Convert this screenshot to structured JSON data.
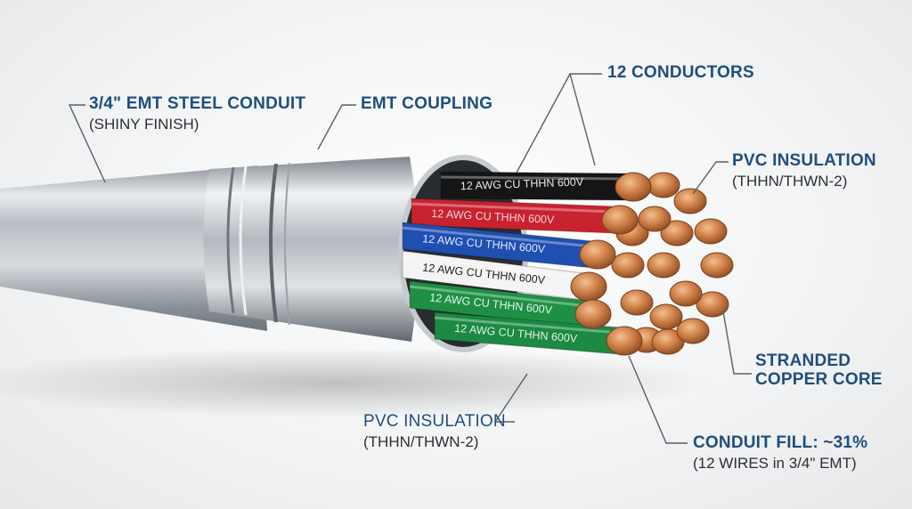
{
  "labels": {
    "conduit": {
      "title": "3/4\" EMT STEEL CONDUIT",
      "sub": "(SHINY FINISH)"
    },
    "coupling": {
      "title": "EMT COUPLING"
    },
    "conductors": {
      "title": "12 CONDUCTORS"
    },
    "insulation_top": {
      "title": "PVC INSULATION",
      "sub": "(THHN/THWN-2)"
    },
    "stranded": {
      "title": "STRANDED",
      "title2": "COPPER CORE"
    },
    "insulation_bottom": {
      "title": "PVC INSULATION",
      "sub": "(THHN/THWN-2)"
    },
    "fill": {
      "title": "CONDUIT FILL: ~31%",
      "sub": "(12 WIRES in 3/4\" EMT)"
    }
  },
  "wires": [
    {
      "text": "12 AWG CU THHN 600V",
      "color": "#151515",
      "text_color": "#e8e8e8"
    },
    {
      "text": "12 AWG CU THHN 600V",
      "color": "#c8222f",
      "text_color": "#f4d6d8"
    },
    {
      "text": "12 AWG CU THHN 600V",
      "color": "#1f4fb0",
      "text_color": "#e3ebff"
    },
    {
      "text": "12 AWG CU THHN 600V",
      "color": "#f4f4f4",
      "text_color": "#222222"
    },
    {
      "text": "12 AWG CU THHN 600V",
      "color": "#1f8f45",
      "text_color": "#e3f5e9"
    },
    {
      "text": "12 AWG CU THHN 600V",
      "color": "#1c8a42",
      "text_color": "#dff2e5"
    }
  ],
  "colors": {
    "label_title": "#1f4e7d",
    "label_sub": "#2b2f33",
    "copper": "#c97a45",
    "steel": "#b9bfc5"
  }
}
